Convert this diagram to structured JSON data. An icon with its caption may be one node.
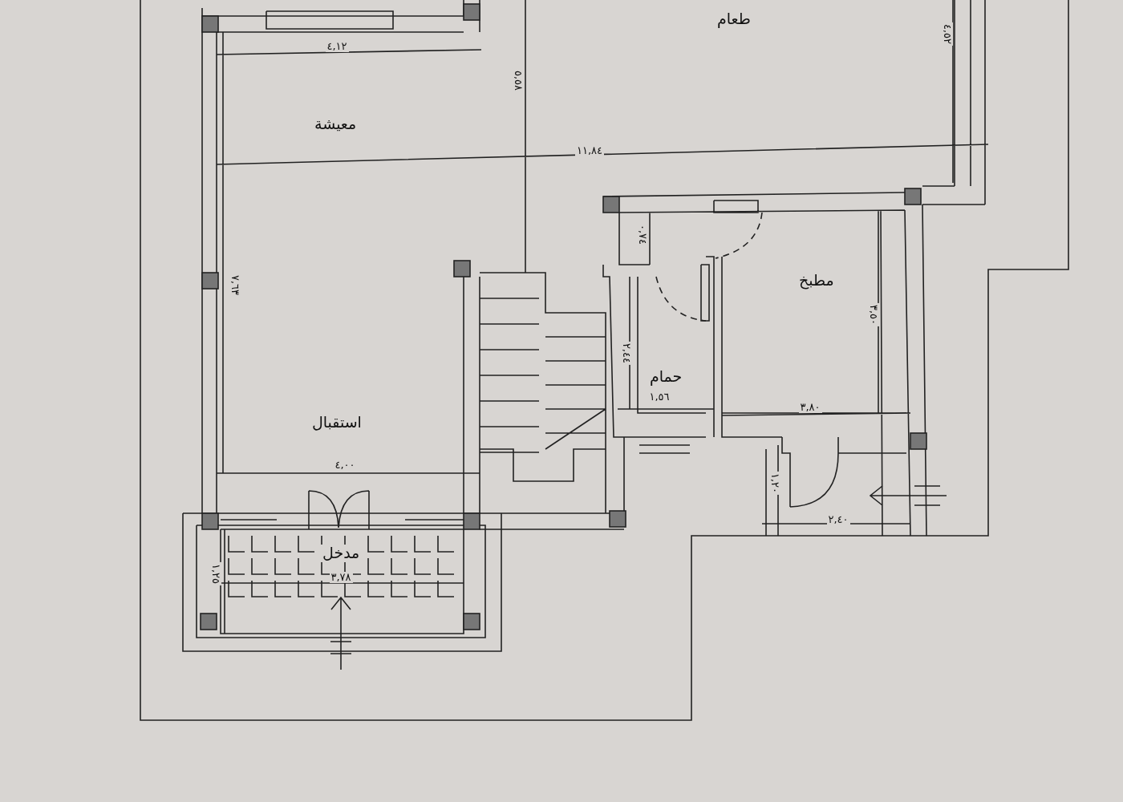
{
  "diagram": {
    "labels": [
      "طعام",
      "معيشة",
      "٤,١٢",
      "٥,٥٨",
      "٤,٥٢",
      "١١,٨٤",
      "٠,٧٤",
      "٧,٦٣",
      "مطبخ",
      "٣,٥٠",
      "حمام",
      "٢,٤٤",
      "١,٥٦",
      "٣,٨٠",
      "استقبال",
      "٤,٠٠",
      "١,٢٠",
      "٢,٤٠",
      "مدخل",
      "١,٢٥",
      "٣,٧٨"
    ]
  }
}
